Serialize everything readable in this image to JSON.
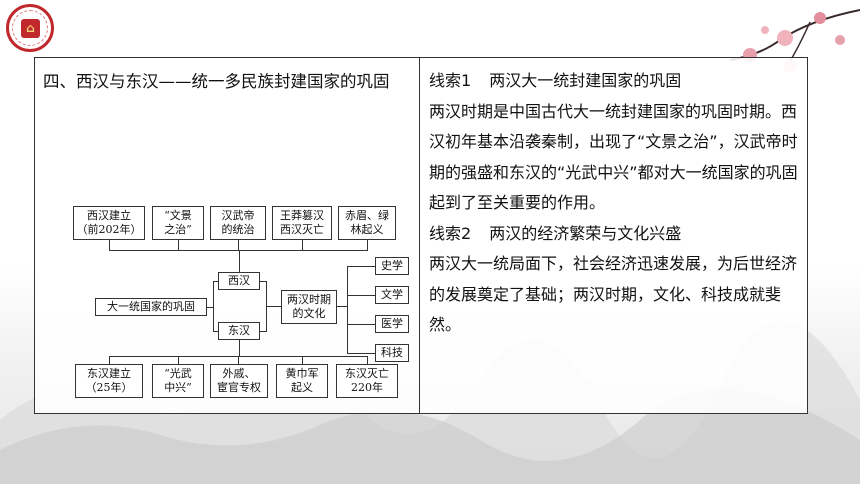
{
  "left": {
    "title": "四、西汉与东汉——统一多民族封建国家的巩固"
  },
  "diagram": {
    "top_boxes": [
      {
        "line1": "西汉建立",
        "line2": "（前202年）"
      },
      {
        "line1": "“文景",
        "line2": "之治”"
      },
      {
        "line1": "汉武帝",
        "line2": "的统治"
      },
      {
        "line1": "王莽篡汉",
        "line2": "西汉灭亡"
      },
      {
        "line1": "赤眉、绿",
        "line2": "林起义"
      }
    ],
    "west_han": "西汉",
    "east_han": "东汉",
    "center": "大一统国家的巩固",
    "culture": {
      "line1": "两汉时期",
      "line2": "的文化"
    },
    "culture_items": [
      "史学",
      "文学",
      "医学",
      "科技"
    ],
    "bottom_boxes": [
      {
        "line1": "东汉建立",
        "line2": "（25年）"
      },
      {
        "line1": "“光武",
        "line2": "中兴”"
      },
      {
        "line1": "外戚、",
        "line2": "宦官专权"
      },
      {
        "line1": "黄巾军",
        "line2": "起义"
      },
      {
        "line1": "东汉灭亡",
        "line2": "220年"
      }
    ]
  },
  "right": {
    "clue1": {
      "num": "线索1",
      "title": "两汉大一统封建国家的巩固"
    },
    "para1": "两汉时期是中国古代大一统封建国家的巩固时期。西汉初年基本沿袭秦制，出现了“文景之治”，汉武帝时期的强盛和东汉的“光武中兴”都对大一统国家的巩固起到了至关重要的作用。",
    "clue2": {
      "num": "线索2",
      "title": "两汉的经济繁荣与文化兴盛"
    },
    "para2": "两汉大一统局面下，社会经济迅速发展，为后世经济的发展奠定了基础；两汉时期，文化、科技成就斐然。"
  }
}
